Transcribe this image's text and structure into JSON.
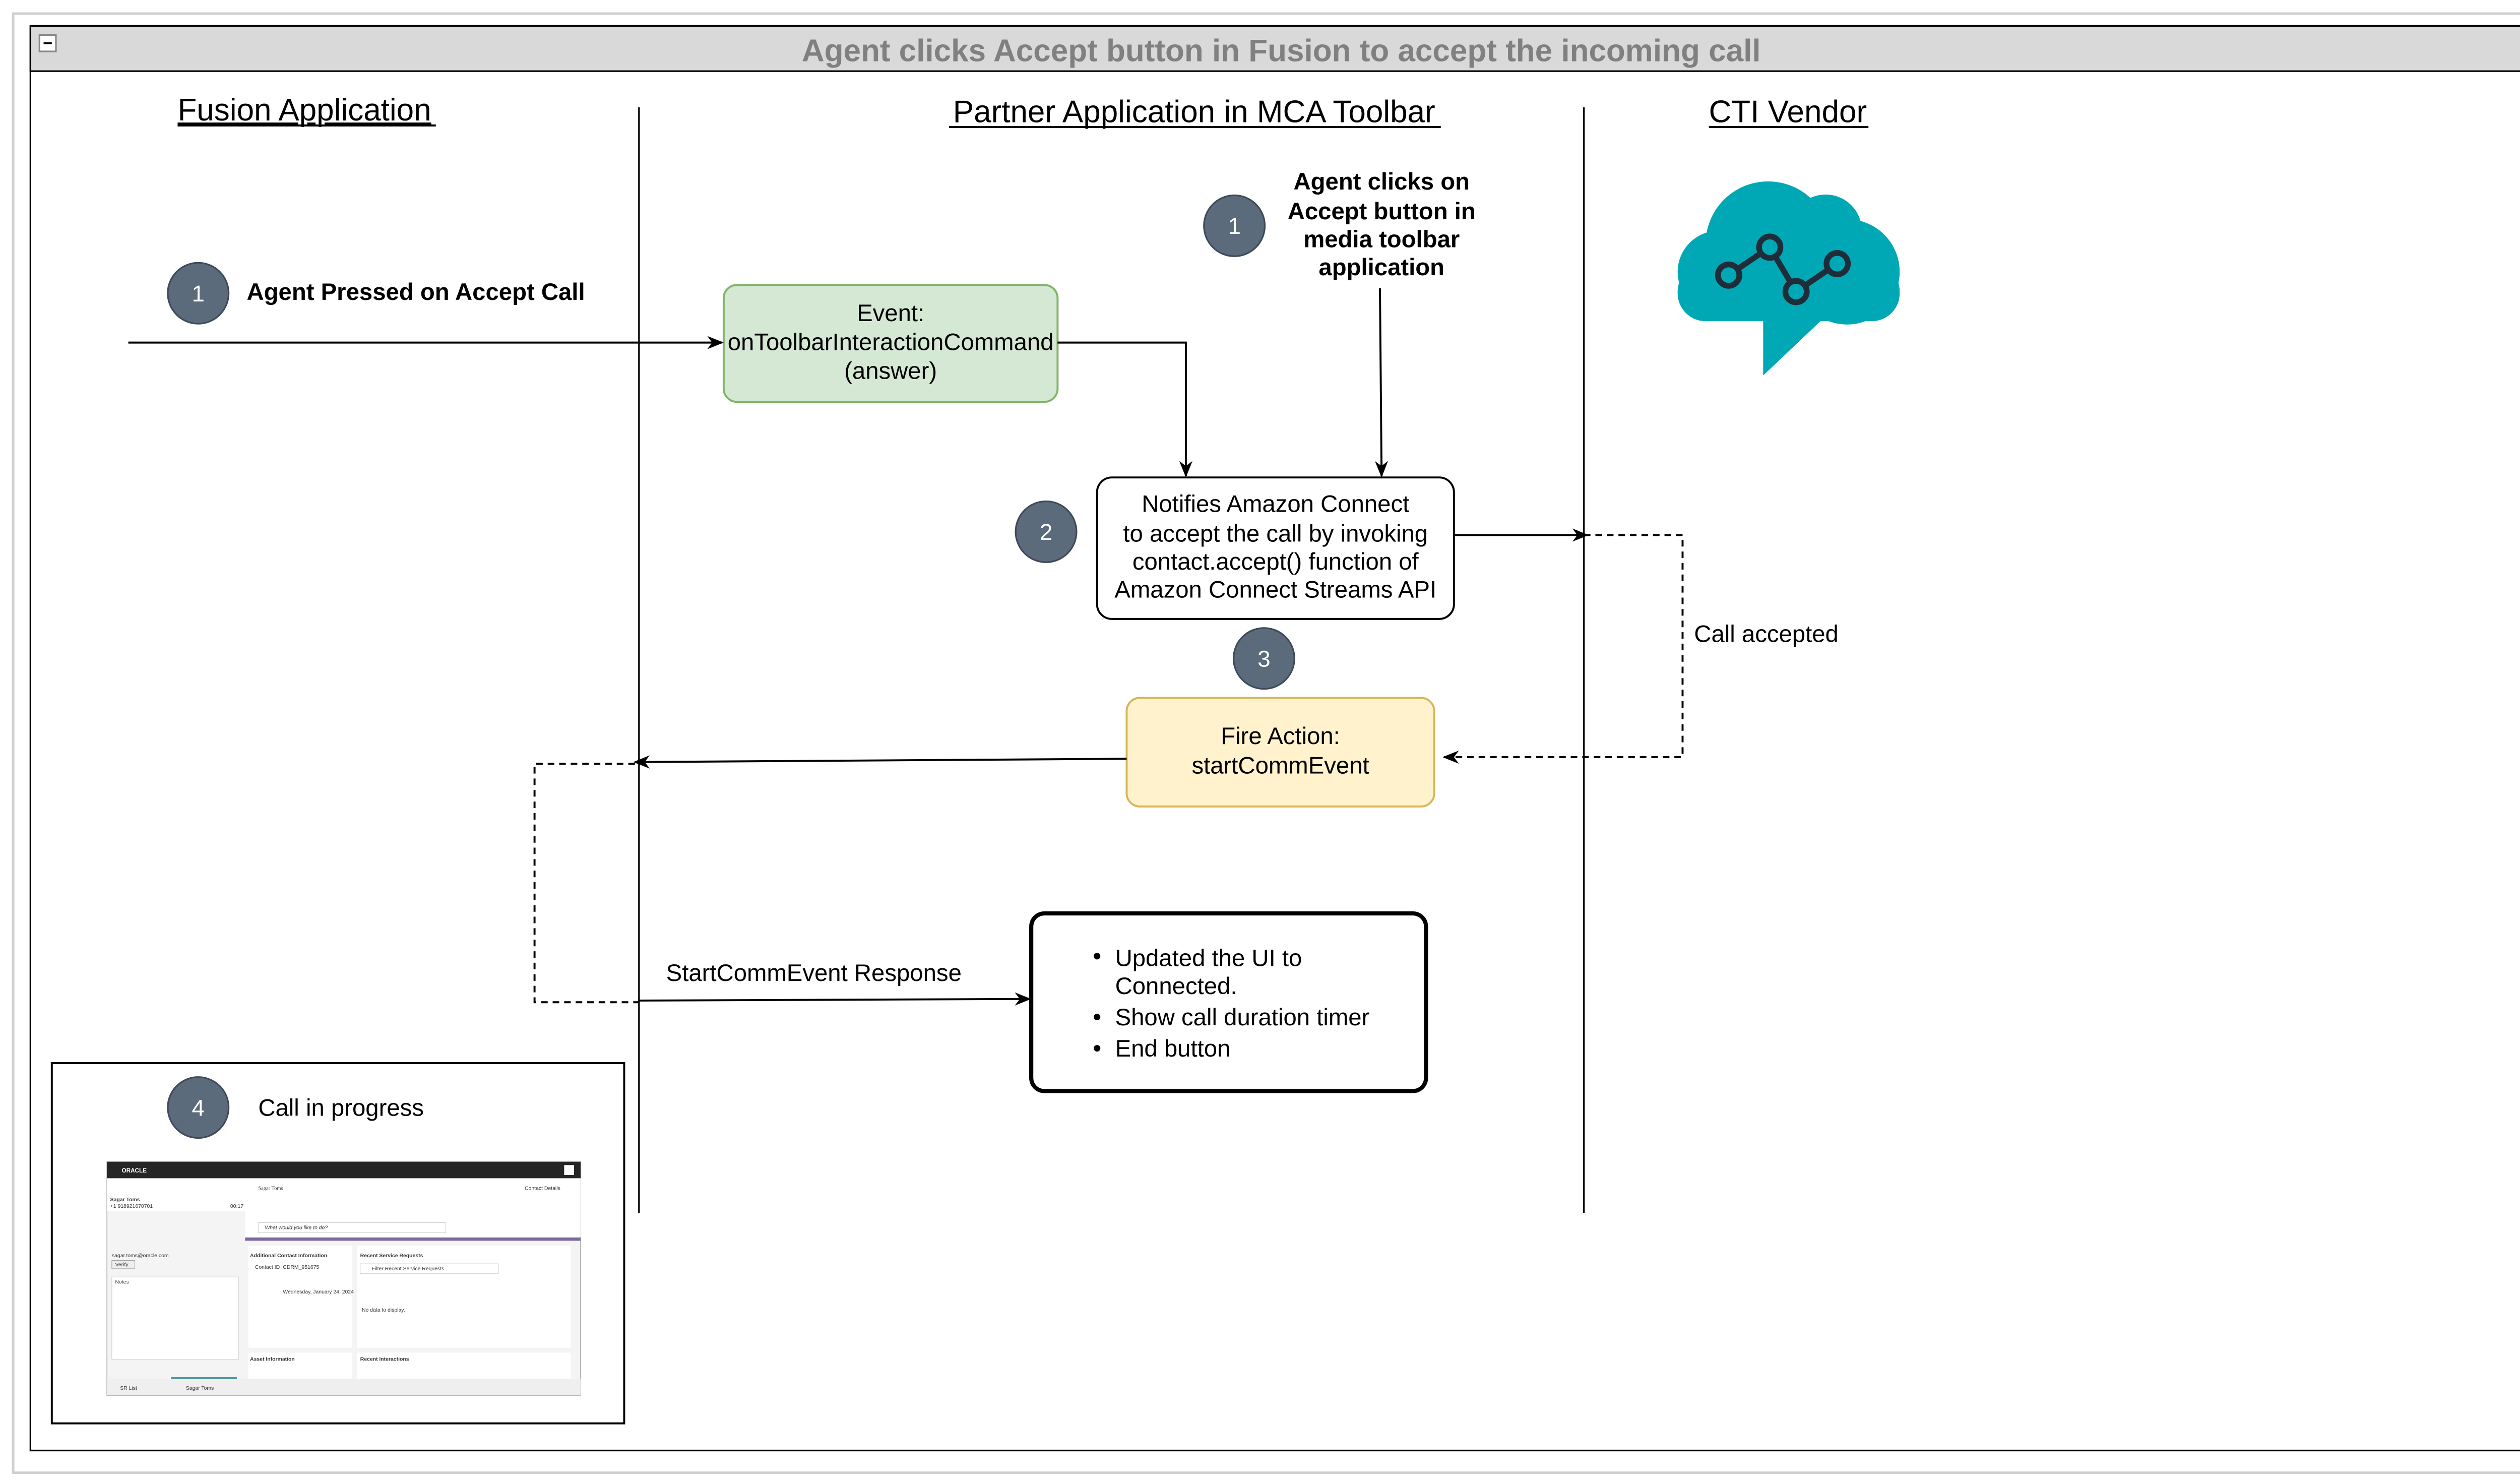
{
  "title": "Agent clicks Accept button in Fusion to accept the incoming call",
  "lanes": [
    "Fusion Application",
    "Partner Application in MCA Toolbar",
    "CTI Vendor"
  ],
  "steps": {
    "step1_fusion": {
      "number": "1",
      "label": "Agent Pressed on Accept Call"
    },
    "step1_toolbar": {
      "number": "1",
      "lines": [
        "Agent clicks on",
        "Accept button in",
        "media toolbar",
        "application"
      ]
    },
    "step2": {
      "number": "2"
    },
    "step3": {
      "number": "3"
    },
    "step4": {
      "number": "4",
      "label": "Call in progress"
    }
  },
  "boxes": {
    "event": [
      "Event:",
      "onToolbarInteractionCommand",
      "(answer)"
    ],
    "notify": [
      "Notifies Amazon Connect",
      "to accept the call by invoking",
      "contact.accept() function of",
      "Amazon Connect Streams API"
    ],
    "fire_action": [
      "Fire Action:",
      "startCommEvent"
    ],
    "result_bullets": [
      "Updated the UI to",
      "Connected.",
      "Show call duration timer",
      "End button"
    ]
  },
  "edge_labels": {
    "call_accepted": "Call accepted",
    "response": "StartCommEvent Response"
  },
  "colors": {
    "step_circle": "#5b6b7c",
    "event_fill": "#d5e8d4",
    "event_stroke": "#82b366",
    "fire_fill": "#fff2cc",
    "fire_stroke": "#d6b656",
    "cloud": "#00a8b5",
    "title_bar": "#d9d9d9",
    "title_text": "#808080"
  },
  "icons": {
    "collapse": "minus-box-icon",
    "cti": "cloud-network-icon"
  },
  "thumbnail": {
    "brand": "ORACLE",
    "contact_name": "Sagar Toms",
    "phone": "+1 918921670701",
    "timer": "00:17",
    "email": "sagar.toms@oracle.com",
    "verify": "Verify",
    "notes": "Notes",
    "prompt": "What would you like to do?",
    "contact_details": "Contact Details",
    "additional": "Additional Contact Information",
    "contact_id_label": "Contact ID",
    "contact_id": "CDRM_951675",
    "contact_since": "Wednesday, January 24, 2024",
    "recent_sr": "Recent Service Requests",
    "filter_sr": "Filter Recent Service Requests",
    "no_data": "No data to display.",
    "asset_info": "Asset Information",
    "recent_interactions": "Recent Interactions",
    "tab_sr_list": "SR List",
    "tab_contact": "Sagar Toms"
  }
}
